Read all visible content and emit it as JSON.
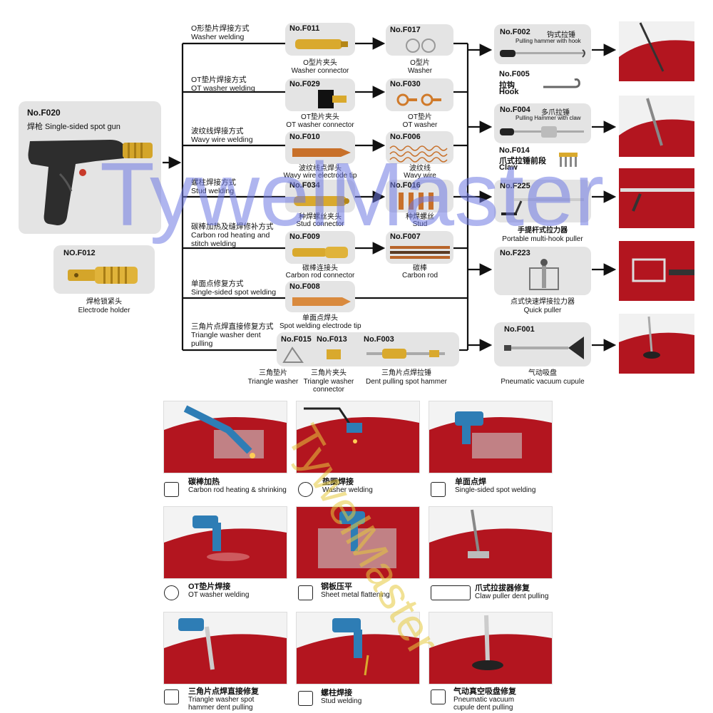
{
  "gun": {
    "code": "No.F020",
    "name": "焊枪 Single-sided spot gun"
  },
  "holder": {
    "code": "NO.F012",
    "cn": "焊枪锁紧头",
    "en": "Electrode holder"
  },
  "methods": [
    {
      "cn": "O形垫片焊接方式",
      "en": "Washer welding"
    },
    {
      "cn": "OT垫片焊接方式",
      "en": "OT washer welding"
    },
    {
      "cn": "波纹线焊接方式",
      "en": "Wavy wire welding"
    },
    {
      "cn": "螺柱焊接方式",
      "en": "Stud welding"
    },
    {
      "cn": "碳棒加热及缝焊修补方式",
      "en": "Carbon rod heating and",
      "en2": "stitch welding"
    },
    {
      "cn": "单面点修复方式",
      "en": "Single-sided spot welding"
    },
    {
      "cn": "三角片点焊直接修复方式",
      "en": "Triangle washer dent",
      "en2": "pulling"
    }
  ],
  "col1": [
    {
      "code": "No.F011",
      "cn": "O型片夹头",
      "en": "Washer connector"
    },
    {
      "code": "No.F029",
      "cn": "OT垫片夹头",
      "en": "OT washer connector"
    },
    {
      "code": "No.F010",
      "cn": "波纹线点焊头",
      "en": "Wavy wire electrode tip"
    },
    {
      "code": "No.F034",
      "cn": "种焊螺丝夹头",
      "en": "Stud connector"
    },
    {
      "code": "No.F009",
      "cn": "碳棒连接头",
      "en": "Carbon rod connector"
    },
    {
      "code": "No.F008",
      "cn": "单面点焊头",
      "en": "Spot welding electrode tip"
    }
  ],
  "col2": [
    {
      "code": "No.F017",
      "cn": "O型片",
      "en": "Washer"
    },
    {
      "code": "No.F030",
      "cn": "OT垫片",
      "en": "OT washer"
    },
    {
      "code": "No.F006",
      "cn": "波纹线",
      "en": "Wavy wire"
    },
    {
      "code": "No.F016",
      "cn": "种焊螺丝",
      "en": "Stud"
    },
    {
      "code": "No.F007",
      "cn": "碳棒",
      "en": "Carbon rod"
    }
  ],
  "triangle": {
    "f015": {
      "code": "No.F015",
      "cn": "三角垫片",
      "en": "Triangle washer"
    },
    "f013": {
      "code": "No.F013",
      "cn": "三角片夹头",
      "en": "Triangle washer",
      "en2": "connector"
    },
    "f003": {
      "code": "No.F003",
      "cn": "三角片点焊拉锤",
      "en": "Dent pulling spot hammer"
    }
  },
  "tools": {
    "f002": {
      "code": "No.F002",
      "cn": "钩式拉锤",
      "en": "Pulling hammer with hook"
    },
    "f005": {
      "code": "No.F005",
      "cn": "拉钩",
      "en": "Hook"
    },
    "f004": {
      "code": "No.F004",
      "cn": "多爪拉锤",
      "en": "Pulling Hammer with claw"
    },
    "f014": {
      "code": "No.F014",
      "cn": "爪式拉锤前段",
      "en": "Claw"
    },
    "f225": {
      "code": "No.F225",
      "cn": "手提杆式拉力器",
      "en": "Portable multi-hook puller"
    },
    "f223": {
      "code": "No.F223",
      "cn": "点式快速焊接拉力器",
      "en": "Quick puller"
    },
    "f001": {
      "code": "No.F001",
      "cn": "气动吸盘",
      "en": "Pneumatic vacuum cupule"
    }
  },
  "tiles": [
    {
      "cn": "碳棒加热",
      "en": "Carbon rod heating & shrinking",
      "icon": "flame-icon"
    },
    {
      "cn": "垫圈焊接",
      "en": "Washer welding",
      "icon": "washer-icon"
    },
    {
      "cn": "单面点焊",
      "en": "Single-sided spot welding",
      "icon": "spot-icon"
    },
    {
      "cn": "OT垫片焊接",
      "en": "OT washer welding",
      "icon": "ot-washer-icon"
    },
    {
      "cn": "钢板压平",
      "en": "Sheet metal flattening",
      "icon": "flatten-icon"
    },
    {
      "cn": "爪式拉拔器修复",
      "en": "Claw puller dent pulling",
      "icon": "claw-icon"
    },
    {
      "cn": "三角片点焊直接修复",
      "en": "Triangle washer spot",
      "en2": "hammer dent pulling",
      "icon": "triangle-icon"
    },
    {
      "cn": "螺柱焊接",
      "en": "Stud welding",
      "icon": "stud-icon"
    },
    {
      "cn": "气动真空吸盘修复",
      "en": "Pneumatic vacuum",
      "en2": "cupule dent pulling",
      "icon": "vacuum-icon"
    }
  ],
  "watermark": "TywelMaster",
  "colors": {
    "panel": "#e4e4e4",
    "line": "#111111",
    "car": "#b3151f",
    "gun": "#2e7db5",
    "brass": "#d4a52a",
    "copper": "#c8702a",
    "watermark": "#6e78e1"
  }
}
